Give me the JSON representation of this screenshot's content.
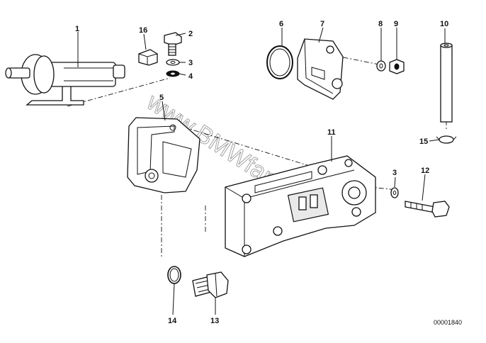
{
  "diagram": {
    "callouts": [
      {
        "id": "c1",
        "label": "1"
      },
      {
        "id": "c2",
        "label": "2"
      },
      {
        "id": "c3a",
        "label": "3"
      },
      {
        "id": "c4",
        "label": "4"
      },
      {
        "id": "c5",
        "label": "5"
      },
      {
        "id": "c6",
        "label": "6"
      },
      {
        "id": "c7",
        "label": "7"
      },
      {
        "id": "c8",
        "label": "8"
      },
      {
        "id": "c9",
        "label": "9"
      },
      {
        "id": "c10",
        "label": "10"
      },
      {
        "id": "c11",
        "label": "11"
      },
      {
        "id": "c3b",
        "label": "3"
      },
      {
        "id": "c12",
        "label": "12"
      },
      {
        "id": "c13",
        "label": "13"
      },
      {
        "id": "c14",
        "label": "14"
      },
      {
        "id": "c15",
        "label": "15"
      },
      {
        "id": "c16",
        "label": "16"
      }
    ],
    "watermark": "www.BMWfans.pl",
    "diagram_code": "00001840"
  }
}
